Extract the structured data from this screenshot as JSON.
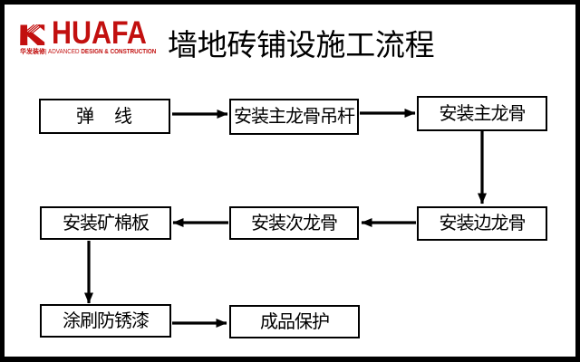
{
  "brand": {
    "name": "HUAFA",
    "tagline_cn": "华发装修",
    "tagline_sep": "|",
    "tagline_en1": "ADVANCED",
    "tagline_en2": "DESIGN & CONSTRUCTION",
    "logo_red": "#c2100f",
    "k_icon": "huafa-k-logo-icon"
  },
  "title": "墙地砖铺设施工流程",
  "flowchart": {
    "nodes": [
      {
        "id": "step-1",
        "label": "弹　线"
      },
      {
        "id": "step-2",
        "label": "安装主龙骨吊杆"
      },
      {
        "id": "step-3",
        "label": "安装主龙骨"
      },
      {
        "id": "step-4",
        "label": "安装边龙骨"
      },
      {
        "id": "step-5",
        "label": "安装次龙骨"
      },
      {
        "id": "step-6",
        "label": "安装矿棉板"
      },
      {
        "id": "step-7",
        "label": "涂刷防锈漆"
      },
      {
        "id": "step-8",
        "label": "成品保护"
      }
    ],
    "edges": [
      {
        "from": "step-1",
        "to": "step-2"
      },
      {
        "from": "step-2",
        "to": "step-3"
      },
      {
        "from": "step-3",
        "to": "step-4"
      },
      {
        "from": "step-4",
        "to": "step-5"
      },
      {
        "from": "step-5",
        "to": "step-6"
      },
      {
        "from": "step-6",
        "to": "step-7"
      },
      {
        "from": "step-7",
        "to": "step-8"
      }
    ],
    "line_color": "#000000",
    "box_fill": "#ffffff",
    "box_border": "#000000"
  }
}
